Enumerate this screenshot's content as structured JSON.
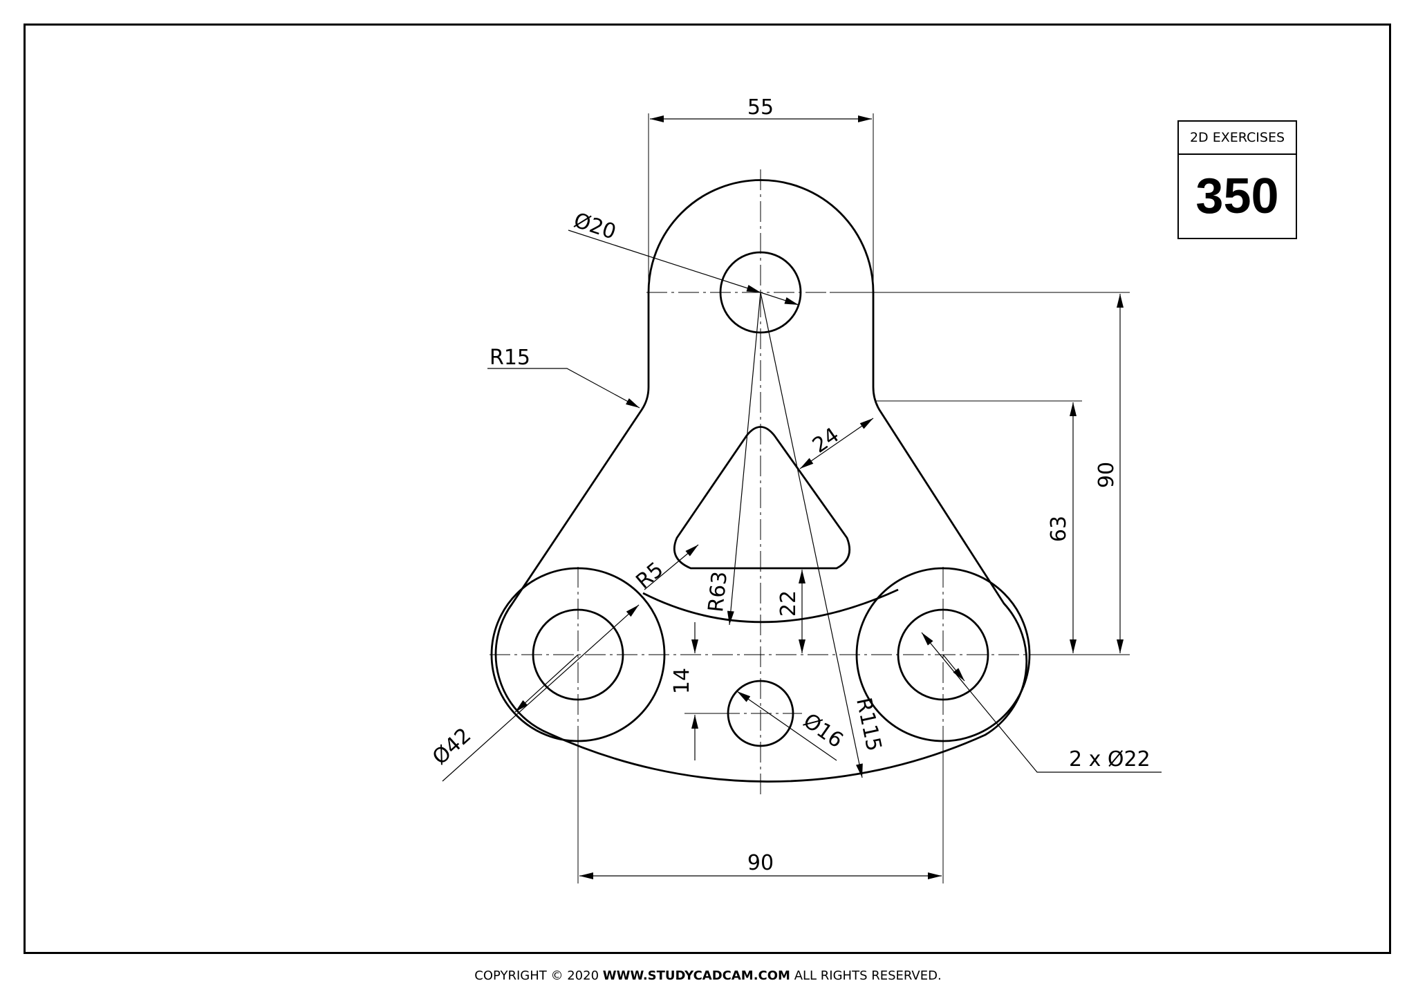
{
  "title_block": {
    "header": "2D EXERCISES",
    "number": "350"
  },
  "dimensions": {
    "top_width": "55",
    "top_hole_dia": "Ø20",
    "fillet_r15": "R15",
    "web_width": "24",
    "height_90": "90",
    "height_63": "63",
    "fillet_r5": "R5",
    "arc_r63": "R63",
    "gap_22": "22",
    "offset_14": "14",
    "boss_dia": "Ø42",
    "small_hole_dia": "Ø16",
    "arc_r115": "R115",
    "side_holes": "2 x Ø22",
    "bottom_width": "90"
  },
  "footer": {
    "prefix": "COPYRIGHT © 2020 ",
    "site": "WWW.STUDYCADCAM.COM",
    "suffix": " ALL RIGHTS RESERVED."
  }
}
